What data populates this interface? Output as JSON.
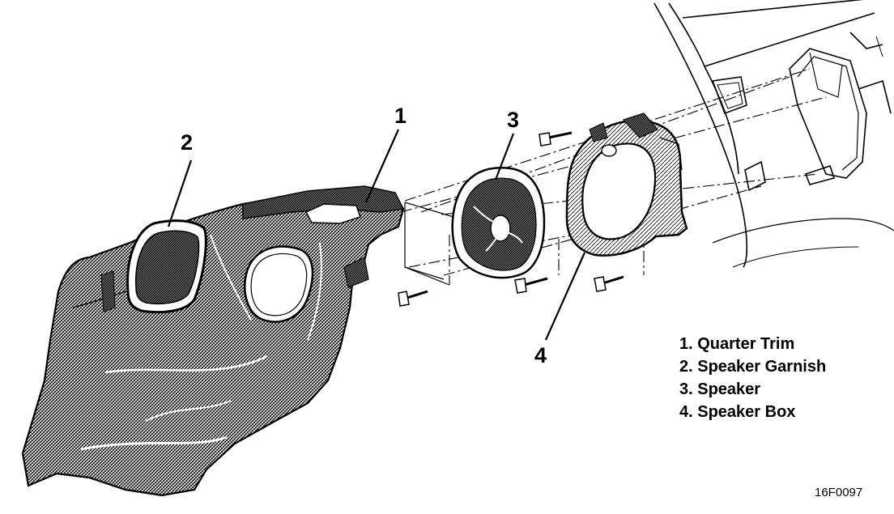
{
  "callouts": {
    "c1": "1",
    "c2": "2",
    "c3": "3",
    "c4": "4"
  },
  "legend": [
    "1. Quarter Trim",
    "2. Speaker Garnish",
    "3. Speaker",
    "4. Speaker Box"
  ],
  "figure_code": "16F0097",
  "colors": {
    "ink": "#000000",
    "paper": "#ffffff",
    "hatch": "#555555"
  }
}
